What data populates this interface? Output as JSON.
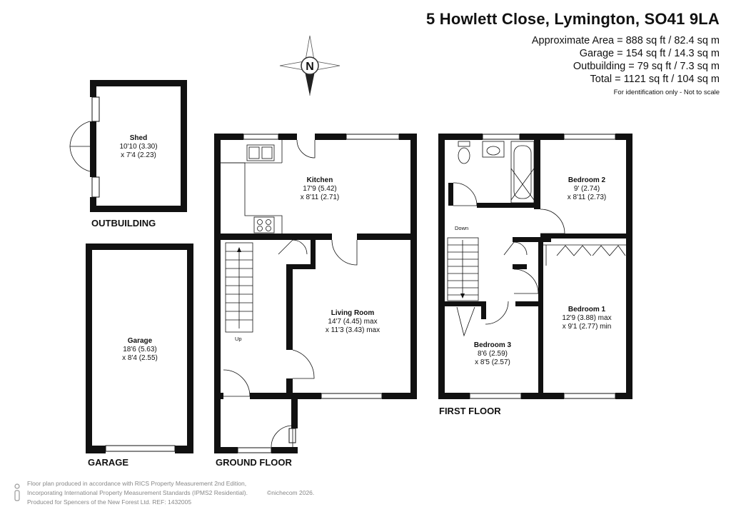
{
  "header": {
    "address": "5 Howlett Close, Lymington, SO41 9LA",
    "areas": [
      "Approximate Area = 888 sq ft / 82.4 sq m",
      "Garage = 154 sq ft / 14.3 sq m",
      "Outbuilding = 79 sq ft / 7.3 sq m",
      "Total = 1121 sq ft / 104 sq m"
    ],
    "note": "For identification only - Not to scale"
  },
  "compass": {
    "label": "N"
  },
  "floors": {
    "outbuilding": "OUTBUILDING",
    "garage": "GARAGE",
    "ground": "GROUND FLOOR",
    "first": "FIRST FLOOR"
  },
  "rooms": {
    "shed": {
      "name": "Shed",
      "dim1": "10'10 (3.30)",
      "dim2": "x 7'4 (2.23)"
    },
    "garage": {
      "name": "Garage",
      "dim1": "18'6 (5.63)",
      "dim2": "x 8'4 (2.55)"
    },
    "kitchen": {
      "name": "Kitchen",
      "dim1": "17'9 (5.42)",
      "dim2": "x 8'11 (2.71)"
    },
    "living": {
      "name": "Living Room",
      "dim1": "14'7 (4.45) max",
      "dim2": "x 11'3 (3.43) max"
    },
    "bedroom2": {
      "name": "Bedroom 2",
      "dim1": "9' (2.74)",
      "dim2": "x 8'11 (2.73)"
    },
    "bedroom1": {
      "name": "Bedroom 1",
      "dim1": "12'9 (3.88) max",
      "dim2": "x 9'1 (2.77) min"
    },
    "bedroom3": {
      "name": "Bedroom 3",
      "dim1": "8'6 (2.59)",
      "dim2": "x 8'5 (2.57)"
    }
  },
  "stairs": {
    "up": "Up",
    "down": "Down"
  },
  "footer": {
    "line1": "Floor plan produced in accordance with RICS Property Measurement 2nd Edition,",
    "line2": "Incorporating International Property Measurement Standards (IPMS2 Residential).",
    "copyright": "©nichecom 2026.",
    "line3": "Produced for Spencers of the New Forest Ltd.   REF:  1432005"
  }
}
